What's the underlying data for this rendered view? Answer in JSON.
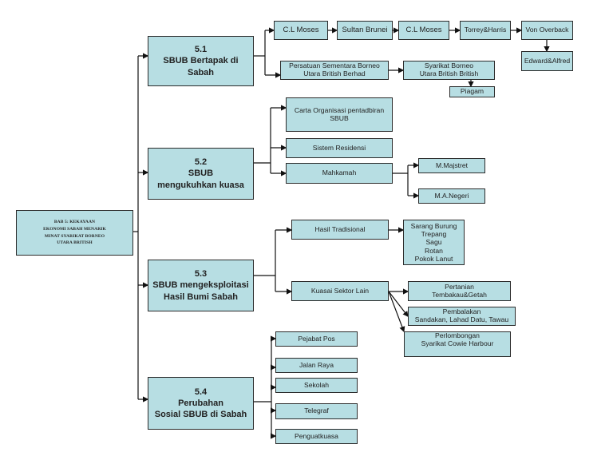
{
  "root": {
    "label": "BAB 5: KEKAYAAN\nEKONOMI SABAH MENARIK\nMINAT SYARIKAT BORNEO\nUTARA BRITISH"
  },
  "sections": [
    {
      "label": "5.1\nSBUB Bertapak di\nSabah",
      "children": {
        "chain": [
          "C.L Moses",
          "Sultan Brunei",
          "C.L Moses",
          "Torrey&Harris",
          "Von Overback"
        ],
        "von_overback_child": "Edward&Alfred",
        "persatuan": "Persatuan Sementara Borneo\nUtara British Berhad",
        "syarikat": "Syarikat Borneo\nUtara British British",
        "piagam": "Piagam"
      }
    },
    {
      "label": "5.2\nSBUB\nmengukuhkan kuasa",
      "children": {
        "carta": "Carta Organisasi pentadbiran\nSBUB",
        "sistem": "Sistem Residensi",
        "mahkamah": "Mahkamah",
        "mahkamah_children": [
          "M.Majstret",
          "M.A.Negeri"
        ]
      }
    },
    {
      "label": "5.3\nSBUB mengeksploitasi\nHasil Bumi Sabah",
      "children": {
        "hasil": "Hasil Tradisional",
        "hasil_items": "Sarang Burung\nTrepang\nSagu\nRotan\nPokok Lanut",
        "kuasai": "Kuasai Sektor Lain",
        "kuasai_children": [
          "Pertanian\nTembakau&Getah",
          "Pembalakan\nSandakan, Lahad Datu, Tawau",
          "Perlombongan\nSyarikat Cowie Harbour"
        ]
      }
    },
    {
      "label": "5.4\nPerubahan\nSosial SBUB di Sabah",
      "children": {
        "items": [
          "Pejabat Pos",
          "Jalan Raya",
          "Sekolah",
          "Telegraf",
          "Penguatkuasa"
        ]
      }
    }
  ],
  "colors": {
    "box_fill": "#B7DEE3",
    "border": "#2b2b2b",
    "connector": "#111111"
  }
}
